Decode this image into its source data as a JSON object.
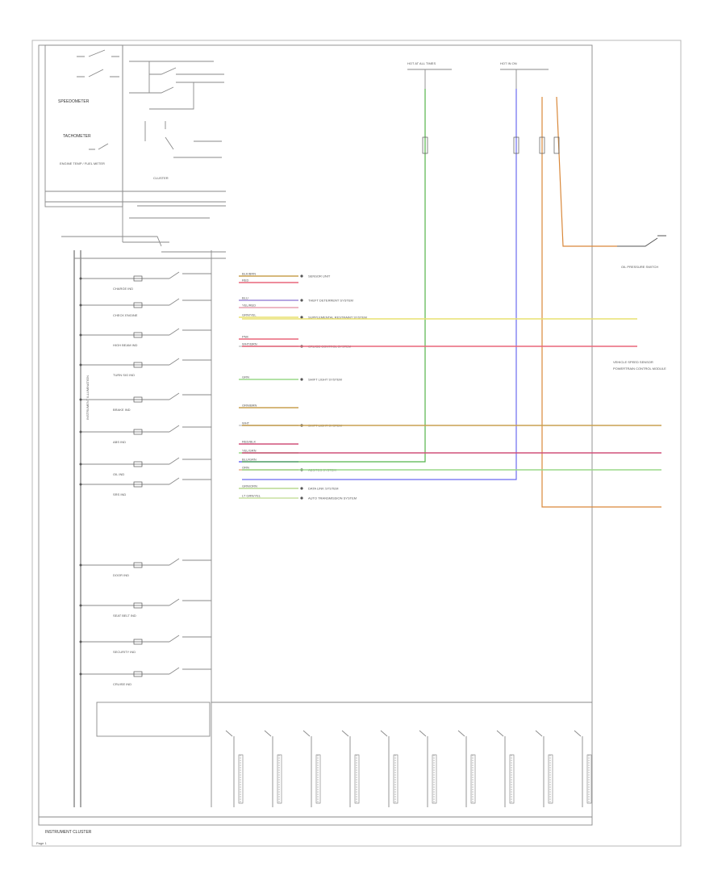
{
  "diagram": {
    "footer_label": "INSTRUMENT CLUSTER",
    "page_marker": "Page 1",
    "left_labels": {
      "speedometer": "SPEEDOMETER",
      "tachometer": "TACHOMETER",
      "fuel_meter": "ENGINE TEMP / FUEL METER",
      "cluster_ground": "CLUSTER",
      "illumination": "INSTRUMENT ILLUMINATION"
    },
    "indicators": [
      "CHARGE IND",
      "CHECK ENGINE",
      "HIGH BEAM IND",
      "TURN SIG IND",
      "BRAKE IND",
      "ABS IND",
      "OIL IND",
      "SRS IND",
      "DOOR IND",
      "SEAT BELT IND",
      "SECURITY IND",
      "CRUISE IND"
    ],
    "wire_rows": [
      {
        "color_name": "BLK/BRN",
        "desc": "SENSOR UNIT"
      },
      {
        "color_name": "RED",
        "desc": ""
      },
      {
        "color_name": "BLU",
        "desc": "THEFT DETERRENT SYSTEM"
      },
      {
        "color_name": "YEL/RED",
        "desc": ""
      },
      {
        "color_name": "GRN/YEL",
        "desc": "SUPPLEMENTAL RESTRAINT SYSTEM"
      },
      {
        "color_name": "PNK",
        "desc": ""
      },
      {
        "color_name": "WHT/BRN",
        "desc": "CRUISE CONTROL SYSTEM"
      },
      {
        "color_name": "GRN",
        "desc": "SHIFT LIGHT SYSTEM"
      },
      {
        "color_name": "ORN/BRN",
        "desc": ""
      },
      {
        "color_name": "WHT",
        "desc": "SHIFT LIGHT SYSTEM"
      },
      {
        "color_name": "RED/BLK",
        "desc": ""
      },
      {
        "color_name": "YEL/GRN",
        "desc": ""
      },
      {
        "color_name": "BLU/GRN",
        "desc": ""
      },
      {
        "color_name": "ORN",
        "desc": "ABS/TCS SYSTEM"
      },
      {
        "color_name": "GRN/ORN",
        "desc": "DATA LINK SYSTEM"
      },
      {
        "color_name": "LT GRN/YEL",
        "desc": "AUTO TRANSMISSION SYSTEM"
      }
    ],
    "right_labels": {
      "oil_switch": "OIL PRESSURE SWITCH",
      "vss": "VEHICLE SPEED SENSOR",
      "pcm": "POWERTRAIN CONTROL MODULE",
      "fuse_top_left": "HOT AT ALL TIMES",
      "fuse_top_right": "HOT IN ON"
    },
    "colors": {
      "green": "#55b34a",
      "blue": "#6b6bf0",
      "orange": "#d9883a",
      "yellow": "#e8e070",
      "red": "#e8667a",
      "tan": "#c8a050",
      "lt_green": "#9ad888",
      "magenta": "#c87ad8"
    }
  }
}
